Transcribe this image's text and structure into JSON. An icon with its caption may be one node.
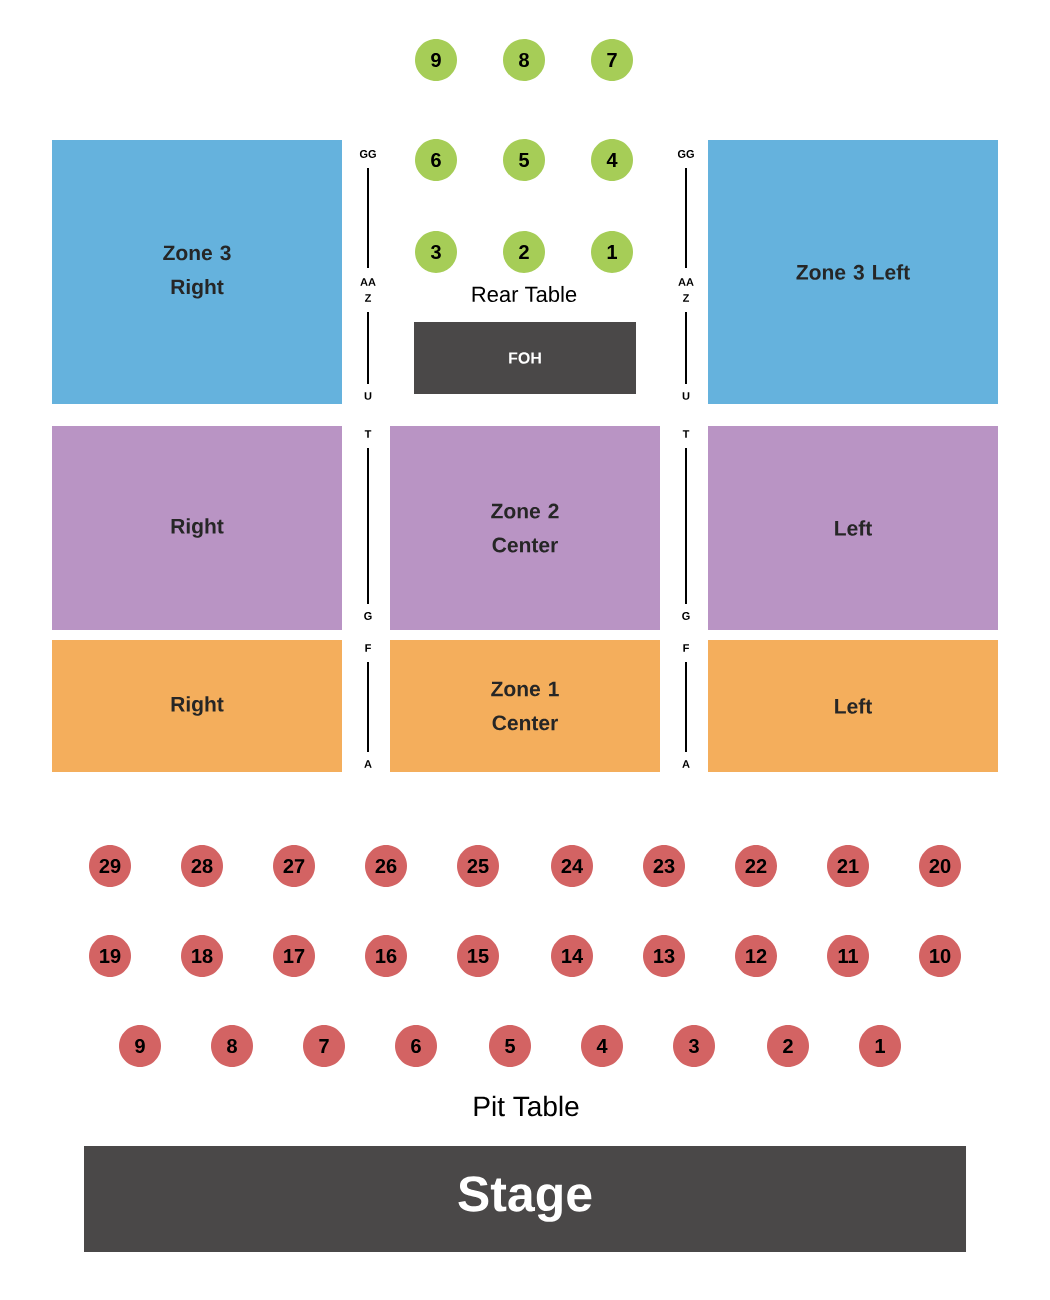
{
  "diagram": {
    "nodes": [
      {
        "text": [
          "9"
        ]
      },
      {
        "text": [
          "8"
        ]
      },
      {
        "text": [
          "7"
        ]
      },
      {
        "text": [
          "6"
        ]
      },
      {
        "text": [
          "5"
        ]
      },
      {
        "text": [
          "4"
        ]
      },
      {
        "text": [
          "3"
        ]
      },
      {
        "text": [
          "2"
        ]
      },
      {
        "text": [
          "1"
        ]
      },
      {
        "text": [
          "Zone 3 Right"
        ]
      },
      {
        "text": [
          "Zone 3 Left"
        ]
      },
      {
        "text": [
          "FOH"
        ]
      },
      {
        "text": [
          "Right"
        ]
      },
      {
        "text": [
          "Zone 2 Center"
        ]
      },
      {
        "text": [
          "Left"
        ]
      },
      {
        "text": [
          "Right"
        ]
      },
      {
        "text": [
          "Zone 1 Center"
        ]
      },
      {
        "text": [
          "Left"
        ]
      },
      {
        "text": [
          "29"
        ]
      },
      {
        "text": [
          "28"
        ]
      },
      {
        "text": [
          "27"
        ]
      },
      {
        "text": [
          "26"
        ]
      },
      {
        "text": [
          "25"
        ]
      },
      {
        "text": [
          "24"
        ]
      },
      {
        "text": [
          "23"
        ]
      },
      {
        "text": [
          "22"
        ]
      },
      {
        "text": [
          "21"
        ]
      },
      {
        "text": [
          "20"
        ]
      },
      {
        "text": [
          "19"
        ]
      },
      {
        "text": [
          "18"
        ]
      },
      {
        "text": [
          "17"
        ]
      },
      {
        "text": [
          "16"
        ]
      },
      {
        "text": [
          "15"
        ]
      },
      {
        "text": [
          "14"
        ]
      },
      {
        "text": [
          "13"
        ]
      },
      {
        "text": [
          "12"
        ]
      },
      {
        "text": [
          "11"
        ]
      },
      {
        "text": [
          "10"
        ]
      },
      {
        "text": [
          "9"
        ]
      },
      {
        "text": [
          "8"
        ]
      },
      {
        "text": [
          "7"
        ]
      },
      {
        "text": [
          "6"
        ]
      },
      {
        "text": [
          "5"
        ]
      },
      {
        "text": [
          "4"
        ]
      },
      {
        "text": [
          "3"
        ]
      },
      {
        "text": [
          "2"
        ]
      },
      {
        "text": [
          "1"
        ]
      },
      {
        "text": [
          "Stage"
        ]
      }
    ],
    "labels": [
      "GG",
      "GG",
      "AA",
      "AA",
      "Z",
      "Z",
      "Rear Table",
      "U",
      "U",
      "T",
      "T",
      "G",
      "G",
      "F",
      "F",
      "A",
      "A",
      "Pit Table"
    ]
  }
}
